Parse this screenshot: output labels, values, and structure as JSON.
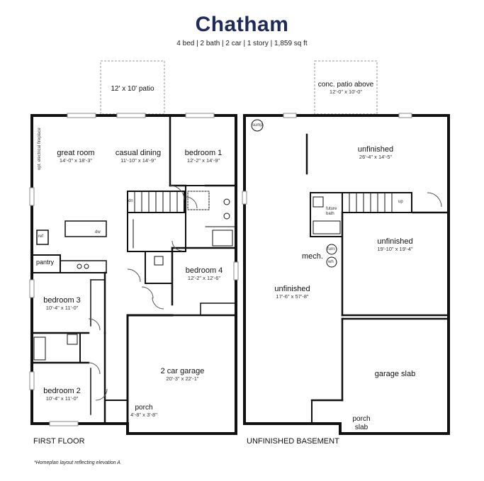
{
  "header": {
    "title": "Chatham",
    "subtitle": "4 bed  |  2 bath  |  2 car  |  1 story  |  1,859 sq ft"
  },
  "first_floor": {
    "caption": "FIRST FLOOR",
    "patio": {
      "name": "12' x 10' patio"
    },
    "great_room": {
      "name": "great room",
      "dims": "14'-0\" x 18'-3\""
    },
    "casual_dining": {
      "name": "casual dining",
      "dims": "11'-10\" x 14'-9\""
    },
    "bedroom_1": {
      "name": "bedroom 1",
      "dims": "12'-2\" x 14'-9\""
    },
    "bedroom_3": {
      "name": "bedroom 3",
      "dims": "10'-4\" x 11'-0\""
    },
    "bedroom_4": {
      "name": "bedroom 4",
      "dims": "12'-2\" x 12'-6\""
    },
    "bedroom_2": {
      "name": "bedroom 2",
      "dims": "10'-4\" x 11'-0\""
    },
    "garage": {
      "name": "2 car garage",
      "dims": "20'-3\" x 22'-1\""
    },
    "porch": {
      "name": "porch",
      "dims": "4'-8\" x 3'-8\""
    },
    "pantry": "pantry",
    "fireplace": "opt. electrical fireplace",
    "ref": "ref",
    "dw": "dw",
    "dn": "dn"
  },
  "basement": {
    "caption": "UNFINISHED BASEMENT",
    "patio": {
      "name": "conc. patio above",
      "dims": "12'-0\" x 10'-0\""
    },
    "unfinished_top": {
      "name": "unfinished",
      "dims": "26'-4\" x 14'-5\""
    },
    "unfinished_main": {
      "name": "unfinished",
      "dims": "17'-6\" x 57'-8\""
    },
    "unfinished_right": {
      "name": "unfinished",
      "dims": "19'-10\" x 19'-4\""
    },
    "garage_slab": "garage slab",
    "porch_slab": "porch\nslab",
    "mech": "mech.",
    "sump": "sump",
    "future_bath": "future\nbath",
    "furn": "furn",
    "wh": "wh",
    "up": "up"
  },
  "footnote": "*Homeplan layout reflecting elevation A"
}
